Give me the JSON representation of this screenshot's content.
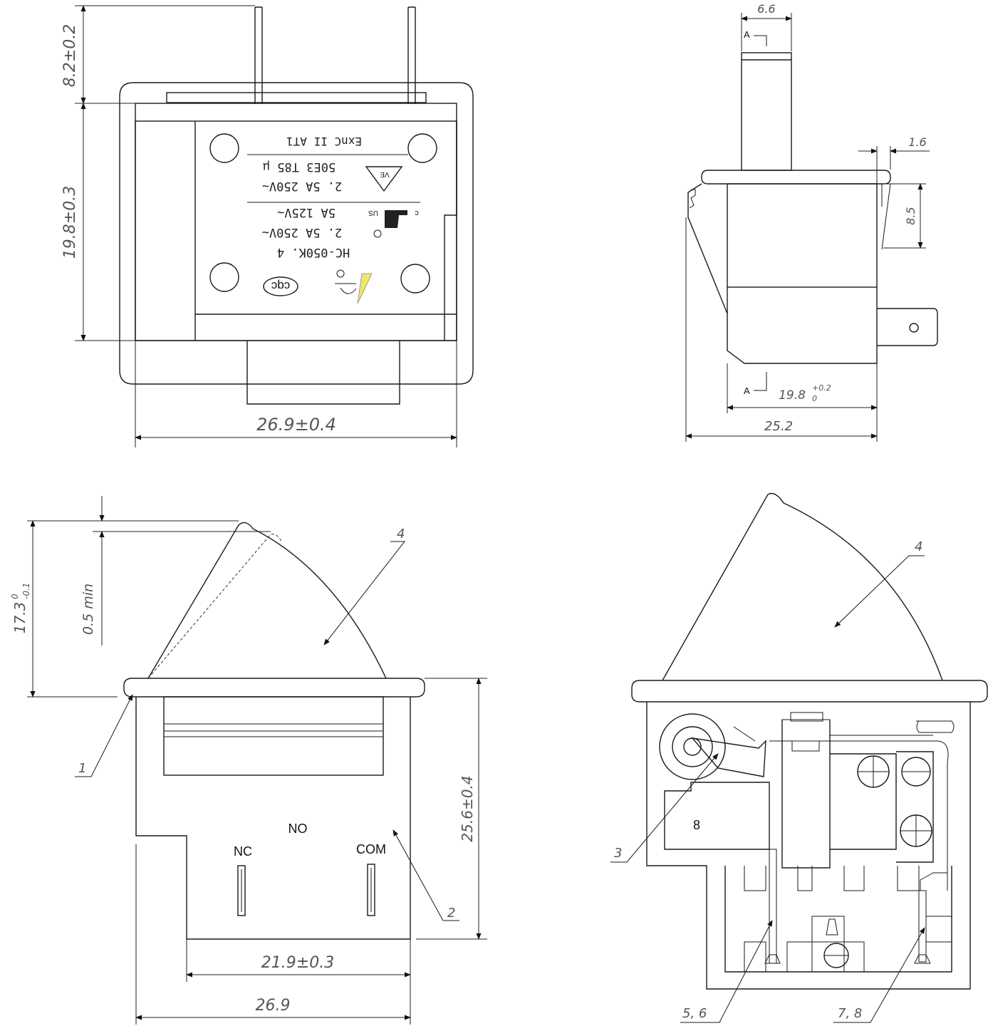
{
  "top_left": {
    "dims": {
      "pin_height": "8.2±0.2",
      "body_height": "19.8±0.3",
      "width": "26.9±0.4"
    },
    "marking": {
      "line1": "ExnC II AT1",
      "line2": "50E3   T85   μ",
      "line3": "2. 5A 250V~",
      "line4": "5A 125V~",
      "line5": "2. 5A 250V~",
      "line6": "HC-050K. 4",
      "ul_c": "c",
      "ul_us": "US",
      "cqc": "cqc",
      "vde": "VE"
    }
  },
  "top_right": {
    "dims": {
      "actuator_width": "6.6",
      "flange": "1.6",
      "depth": "8.5",
      "body": "19.8",
      "body_tol_upper": "+0.2",
      "body_tol_lower": "0",
      "overall": "25.2"
    },
    "section_marks": [
      "A",
      "A"
    ]
  },
  "bottom_left": {
    "dims": {
      "height": "17.3",
      "height_tol_upper": "0",
      "height_tol_lower": "-0.1",
      "travel": "0.5 min",
      "body_height": "25.6±0.4",
      "terminal_span": "21.9±0.3",
      "width": "26.9"
    },
    "labels": {
      "no": "NO",
      "nc": "NC",
      "com": "COM"
    },
    "callouts": [
      "1",
      "2",
      "4"
    ]
  },
  "bottom_right": {
    "callouts": [
      "3",
      "4",
      "5, 6",
      "7, 8"
    ],
    "inner_label": "8"
  }
}
